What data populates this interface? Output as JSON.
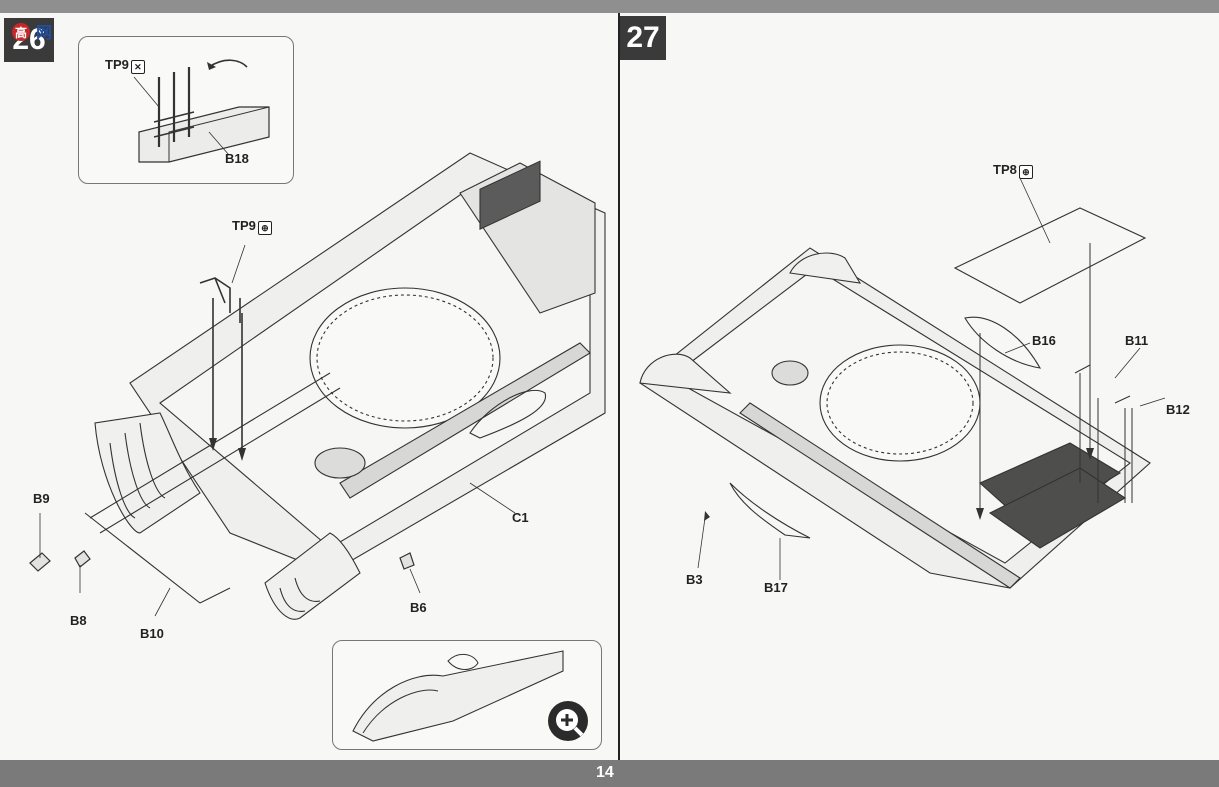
{
  "watermark": {
    "name": "高",
    "suffix": "网"
  },
  "page_number": "14",
  "steps": [
    {
      "number": "26"
    },
    {
      "number": "27"
    }
  ],
  "step26": {
    "inset_labels": {
      "tp9": "TP9",
      "b18": "B18"
    },
    "labels": {
      "tp9": "TP9",
      "b9": "B9",
      "b8": "B8",
      "b10": "B10",
      "b6": "B6",
      "c1": "C1"
    }
  },
  "step27": {
    "labels": {
      "tp8": "TP8",
      "b16": "B16",
      "b11": "B11",
      "b12": "B12",
      "b3": "B3",
      "b17": "B17"
    }
  },
  "icons": {
    "tp_icon": "part-sheet-icon",
    "zoom_icon": "magnify-plus-icon",
    "rotate_arrow": "rotate-arrow-icon"
  },
  "colors": {
    "bars": "#8f8f8f",
    "step_box": "#3a3a3a",
    "line": "#333333"
  }
}
